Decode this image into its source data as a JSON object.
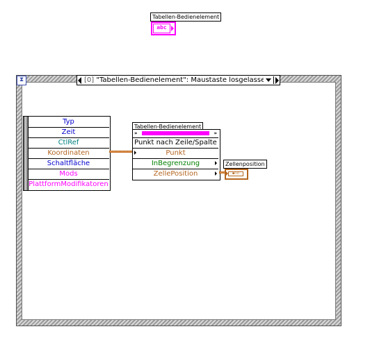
{
  "top_control": {
    "label": "Tabellen-Bedienelement",
    "terminal_text": "abc",
    "color": "#ff00ff"
  },
  "event_structure": {
    "icon": "hourglass-icon",
    "selector_index": "[0]",
    "selector_text": "\"Tabellen-Bedienelement\": Maustaste losgelassen"
  },
  "event_data_node": {
    "items": [
      {
        "label": "Typ",
        "color": "#0000cc"
      },
      {
        "label": "Zeit",
        "color": "#0000cc"
      },
      {
        "label": "CtlRef",
        "color": "#008080"
      },
      {
        "label": "Koordinaten",
        "color": "#b4651f"
      },
      {
        "label": "Schaltfläche",
        "color": "#0000cc"
      },
      {
        "label": "Mods",
        "color": "#ff00ff"
      },
      {
        "label": "PlattformModifikatoren",
        "color": "#ff00ff"
      }
    ]
  },
  "invoke_node": {
    "label": "Tabellen-Bedienelement",
    "method": "Punkt nach Zeile/Spalte",
    "params": [
      {
        "label": "Punkt",
        "color": "#b4651f",
        "dir": "in"
      },
      {
        "label": "InBegrenzung",
        "color": "#008000",
        "dir": "out"
      },
      {
        "label": "ZellePosition",
        "color": "#b4651f",
        "dir": "out"
      }
    ]
  },
  "indicator": {
    "label": "Zellenposition",
    "terminal_text": "▪︎▫︎▫︎",
    "color": "#b4651f"
  }
}
